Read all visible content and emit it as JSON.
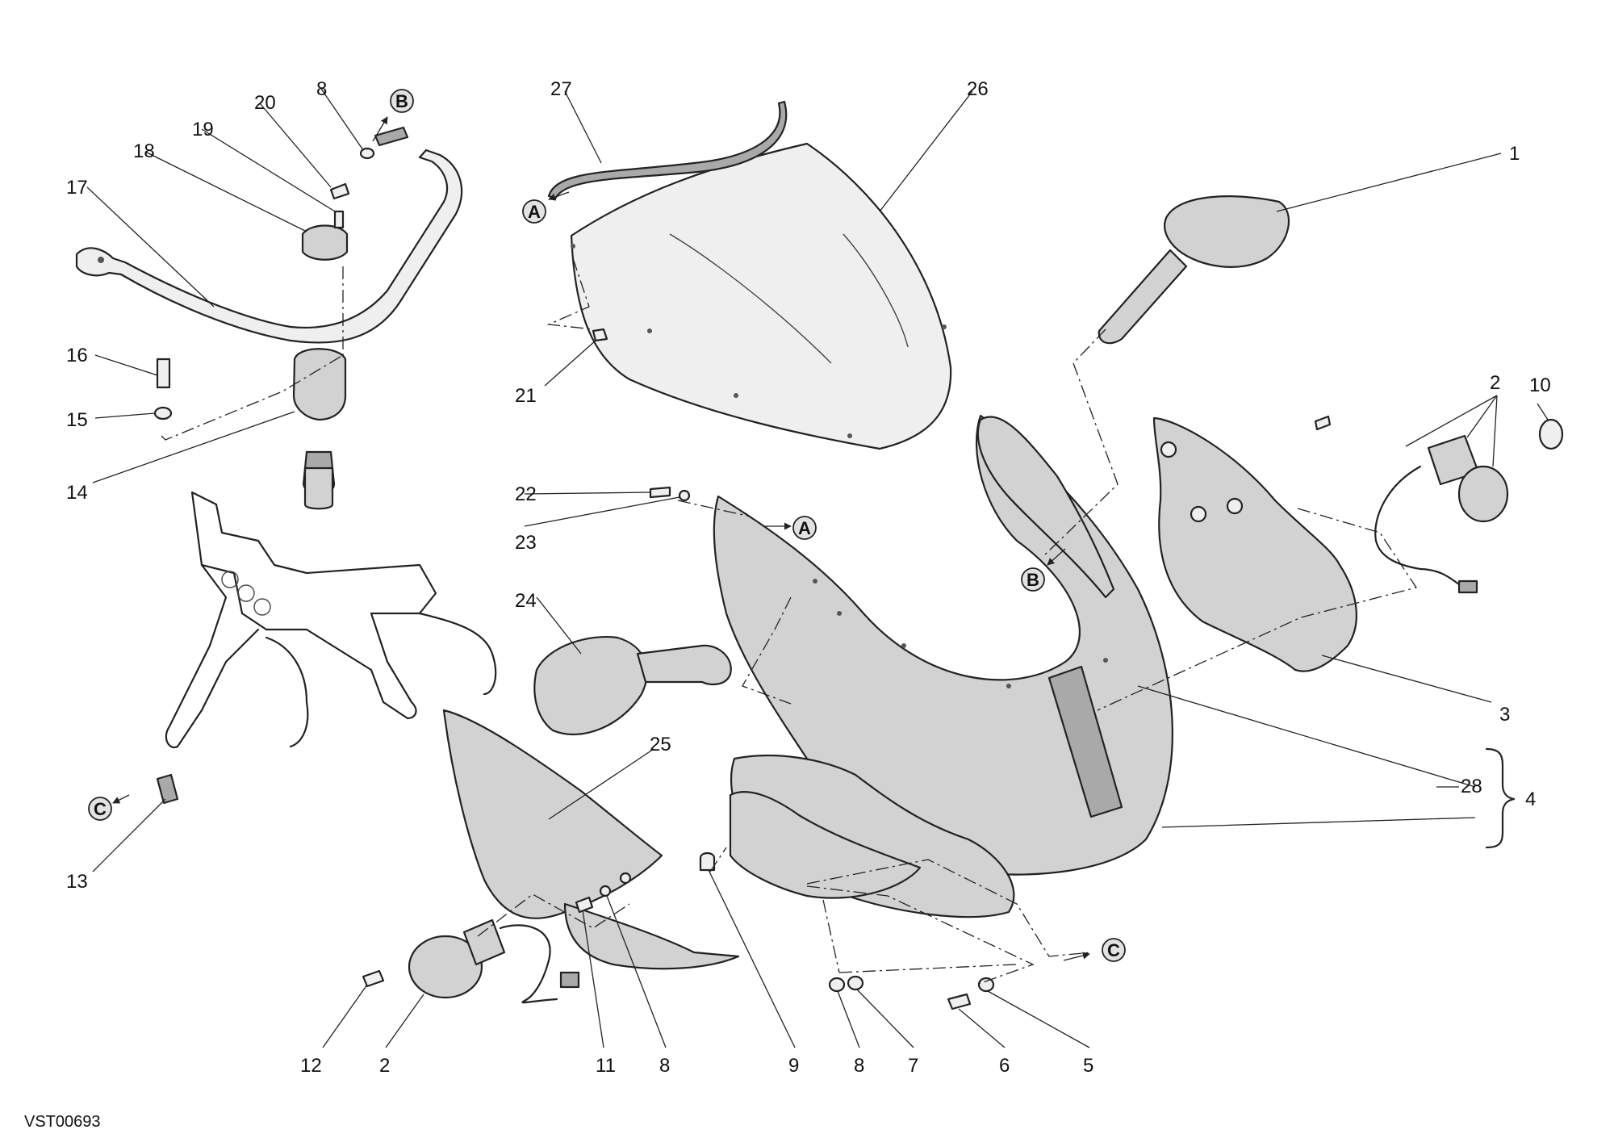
{
  "drawing_code": "VST00693",
  "part_numbers": {
    "n1": "1",
    "n2a": "2",
    "n2b": "2",
    "n3": "3",
    "n4": "4",
    "n5": "5",
    "n6": "6",
    "n7": "7",
    "n8a": "8",
    "n8b": "8",
    "n8c": "8",
    "n9": "9",
    "n10": "10",
    "n11": "11",
    "n12": "12",
    "n13": "13",
    "n14": "14",
    "n15": "15",
    "n16": "16",
    "n17": "17",
    "n18": "18",
    "n19": "19",
    "n20": "20",
    "n21": "21",
    "n22": "22",
    "n23": "23",
    "n24": "24",
    "n25": "25",
    "n26": "26",
    "n27": "27",
    "n28": "28"
  },
  "references": {
    "a1": "A",
    "a2": "A",
    "b1": "B",
    "b2": "B",
    "c1": "C",
    "c2": "C"
  }
}
